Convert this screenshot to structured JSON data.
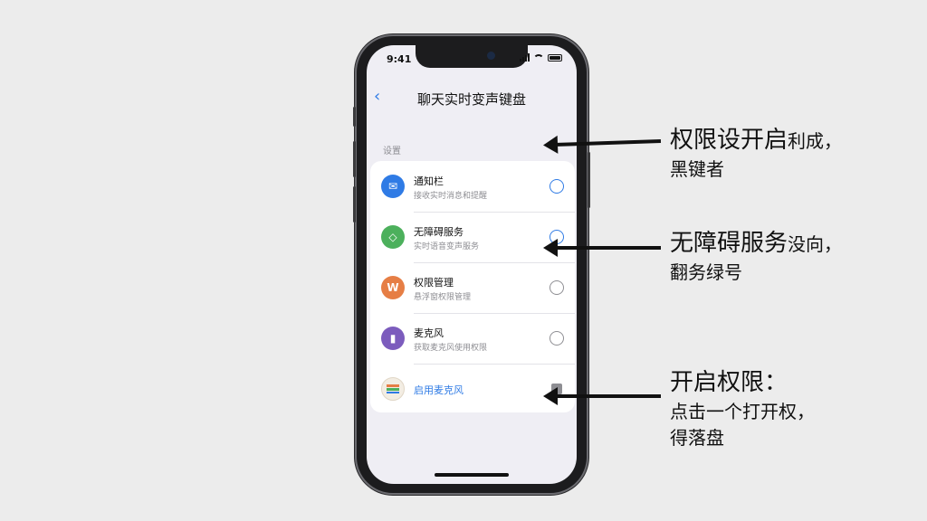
{
  "status_bar": {
    "time": "9:41"
  },
  "nav": {
    "back_icon": "‹",
    "title": "聊天实时变声键盘"
  },
  "section_label": "设置",
  "rows": [
    {
      "icon": "✉",
      "icon_name": "mail-icon",
      "color": "#2f7be5",
      "title": "通知栏",
      "subtitle": "接收实时消息和提醒",
      "control": "radio-blue"
    },
    {
      "icon": "◇",
      "icon_name": "tag-icon",
      "color": "#4cb05c",
      "title": "无障碍服务",
      "subtitle": "实时语音变声服务",
      "control": "radio-blue"
    },
    {
      "icon": "W",
      "icon_name": "wave-icon",
      "color": "#e67e45",
      "title": "权限管理",
      "subtitle": "悬浮窗权限管理",
      "control": "radio-gray"
    },
    {
      "icon": "▮",
      "icon_name": "microphone-icon",
      "color": "#7c5cbd",
      "title": "麦克风",
      "subtitle": "获取麦克风使用权限",
      "control": "radio-gray"
    }
  ],
  "link_row": {
    "icon_name": "keyboard-icon",
    "label": "启用麦克风"
  },
  "callouts": [
    {
      "line1_big": "权限设开启",
      "line1_small": "利成，",
      "line2": "黑键者"
    },
    {
      "line1_big": "无障碍服务",
      "line1_small": "没向，",
      "line2": "翻务绿号"
    },
    {
      "line1_big": "开启权限：",
      "line1_small": "",
      "line2": "点击一个打开权，",
      "line3": "得落盘"
    }
  ]
}
